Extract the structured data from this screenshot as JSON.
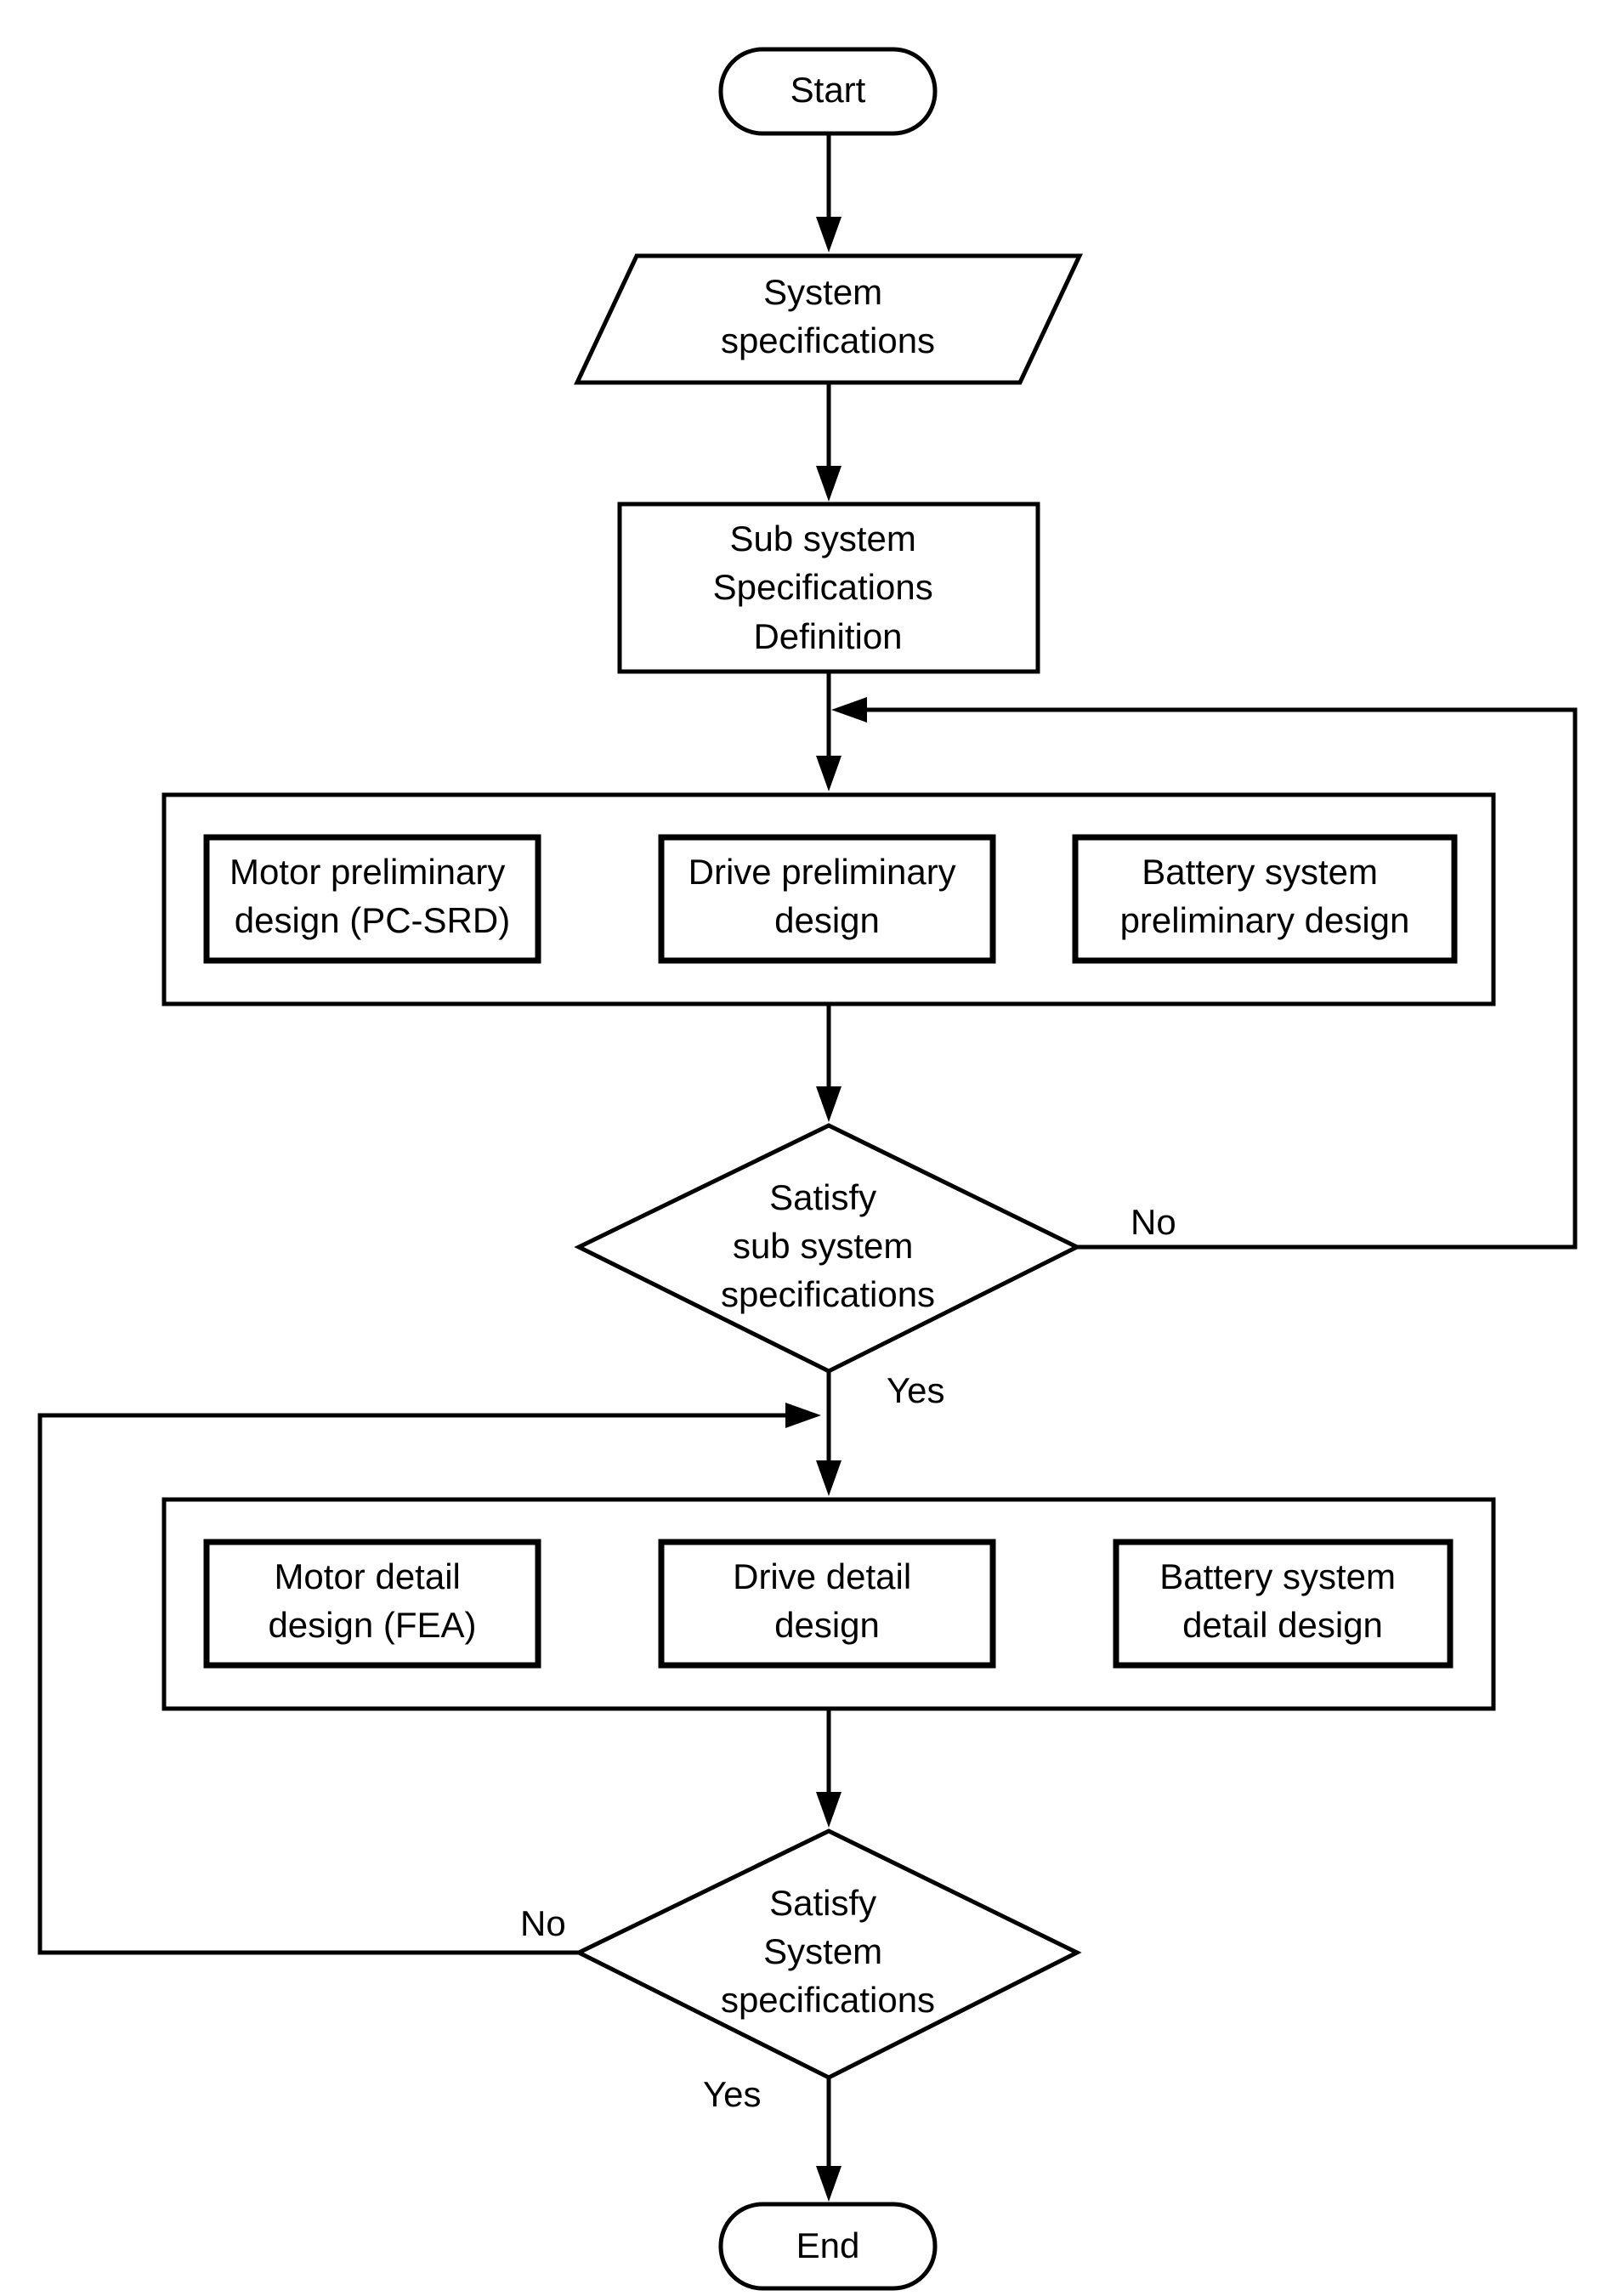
{
  "flowchart": {
    "start": "Start",
    "input": [
      "System",
      "specifications"
    ],
    "subsystem_spec": [
      "Sub system",
      "Specifications",
      "Definition"
    ],
    "preliminary": {
      "motor": [
        "Motor preliminary",
        "design (PC-SRD)"
      ],
      "drive": [
        "Drive preliminary",
        "design"
      ],
      "battery": [
        "Battery system",
        "preliminary design"
      ]
    },
    "decision1": [
      "Satisfy",
      "sub system",
      "specifications"
    ],
    "decision1_no": "No",
    "decision1_yes": "Yes",
    "detail": {
      "motor": [
        "Motor detail",
        "design (FEA)"
      ],
      "drive": [
        "Drive detail",
        "design"
      ],
      "battery": [
        "Battery system",
        "detail design"
      ]
    },
    "decision2": [
      "Satisfy",
      "System",
      "specifications"
    ],
    "decision2_no": "No",
    "decision2_yes": "Yes",
    "end": "End"
  }
}
